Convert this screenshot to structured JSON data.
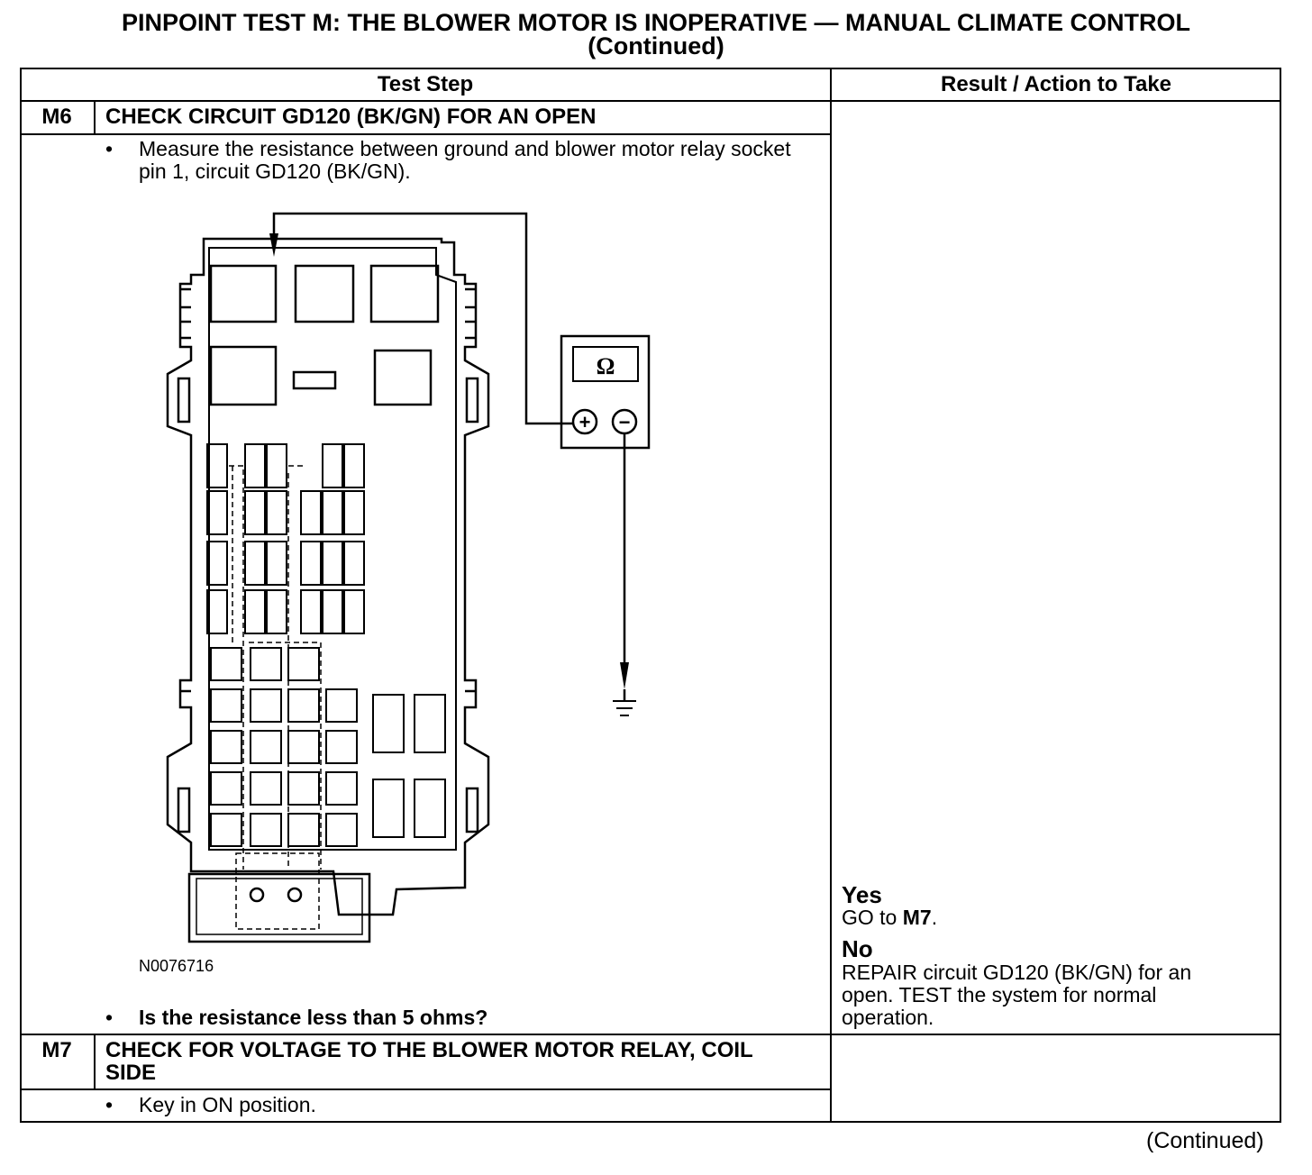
{
  "title": {
    "line1": "PINPOINT TEST M: THE BLOWER MOTOR IS INOPERATIVE — MANUAL CLIMATE CONTROL",
    "line2": "(Continued)"
  },
  "table": {
    "header_test_step": "Test Step",
    "header_result": "Result / Action to Take"
  },
  "steps": [
    {
      "id": "M6",
      "title": "CHECK CIRCUIT GD120 (BK/GN) FOR AN OPEN",
      "bullets": [
        "Measure the resistance between ground and blower motor relay socket pin 1, circuit GD120 (BK/GN).",
        "Is the resistance less than 5 ohms?"
      ],
      "figure_id": "N0076716",
      "meter_symbol": "Ω",
      "meter_plus": "+",
      "meter_minus": "−",
      "result": {
        "yes_label": "Yes",
        "yes_prefix": "GO to ",
        "yes_target": "M7",
        "yes_suffix": ".",
        "no_label": "No",
        "no_text": "REPAIR circuit GD120 (BK/GN) for an open. TEST the system for normal operation."
      }
    },
    {
      "id": "M7",
      "title": "CHECK FOR VOLTAGE TO THE BLOWER MOTOR RELAY, COIL SIDE",
      "bullets": [
        "Key in ON position."
      ]
    }
  ],
  "bullet_glyph": "•",
  "footer": "(Continued)"
}
